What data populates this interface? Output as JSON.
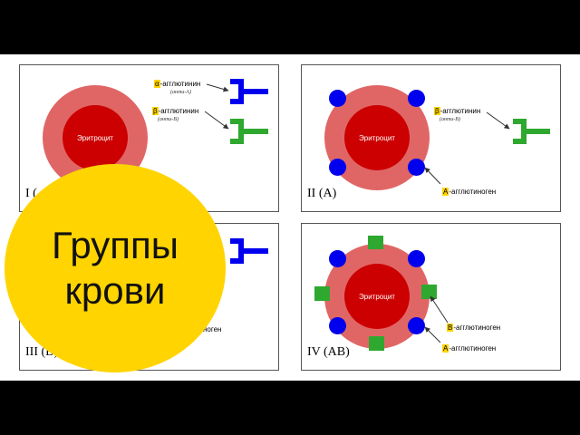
{
  "title": "Группы крови",
  "panels": {
    "p1": {
      "group_label": "I (",
      "cell_label": "Эритроцит",
      "alpha_prefix": "α",
      "alpha_text": "-агглютинин",
      "alpha_sub": "(анти-A)",
      "beta_prefix": "β",
      "beta_text": "-агглютинин",
      "beta_sub": "(анти-B)"
    },
    "p2": {
      "group_label": "II (A)",
      "cell_label": "Эритроцит",
      "beta_prefix": "β",
      "beta_text": "-агглютинин",
      "beta_sub": "(анти-B)",
      "antigen_a_prefix": "A",
      "antigen_a_text": "-агглютиноген"
    },
    "p3": {
      "group_label": "III (B)",
      "antigen_text": "ноген"
    },
    "p4": {
      "group_label": "IV (AB)",
      "cell_label": "Эритроцит",
      "antigen_b_prefix": "B",
      "antigen_b_text": "-агглютиноген",
      "antigen_a_prefix": "A",
      "antigen_a_text": "-агглютиноген"
    }
  },
  "colors": {
    "cell": "#e06666",
    "nucleus": "#cc0000",
    "antigen_a": "#0000ee",
    "antigen_b": "#2ea82e",
    "anti_a": "#0000ee",
    "anti_b": "#2ea82e",
    "badge": "#ffd400"
  }
}
